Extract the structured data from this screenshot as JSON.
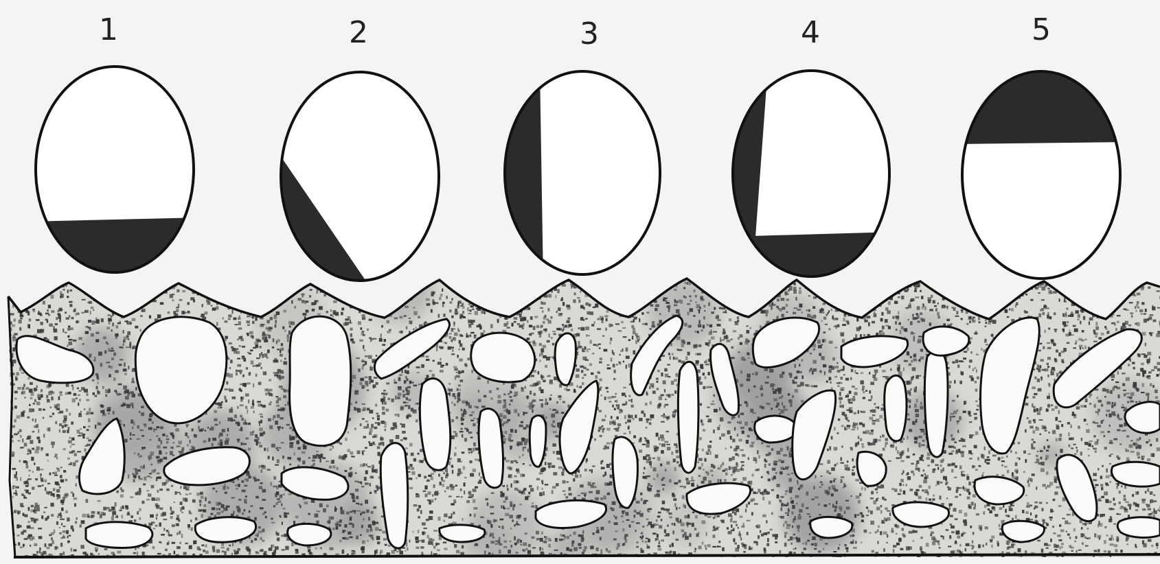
{
  "figure": {
    "labels": [
      "1",
      "2",
      "3",
      "4",
      "5"
    ]
  },
  "colors": {
    "background": "#f4f4f2",
    "ink": "#111111",
    "fill_dark": "#2b2b2b",
    "grain": "#3a3a3a"
  }
}
